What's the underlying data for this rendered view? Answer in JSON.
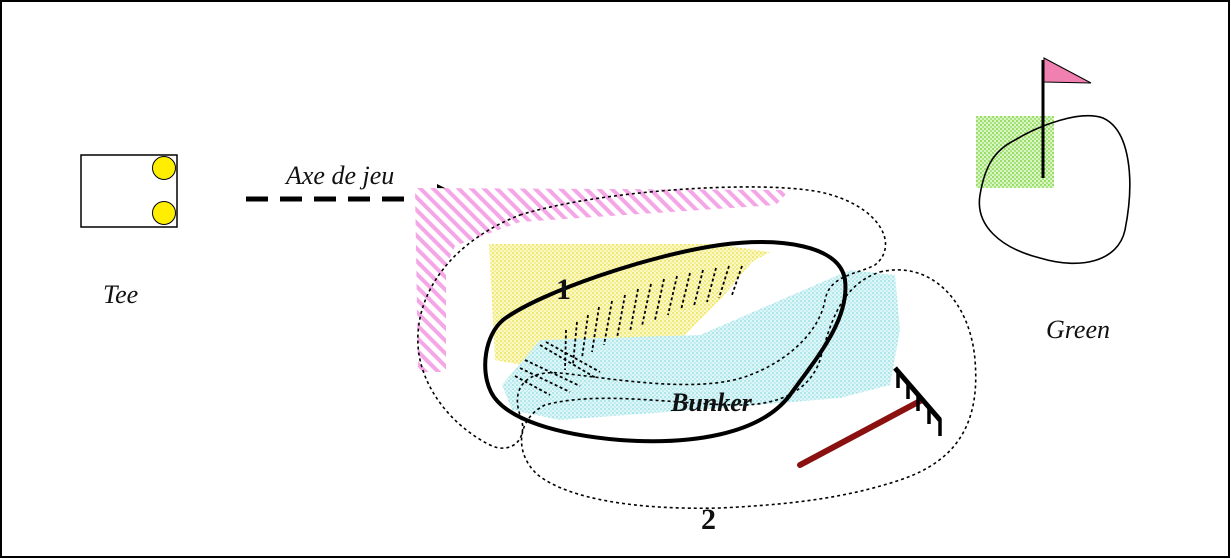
{
  "labels": {
    "play_axis": "Axe de jeu",
    "tee": "Tee",
    "green": "Green",
    "bunker": "Bunker",
    "zone_1": "1",
    "zone_2": "2"
  },
  "colors": {
    "outline": "#000000",
    "tee_marker": "#ffee00",
    "flag": "#f080b0",
    "green_fill": "#a8e27a",
    "pink_hatch": "#f4a6e6",
    "yellow_zone": "#f2ee80",
    "cyan_zone": "#b6ecee",
    "rake_handle": "#8b1010"
  },
  "icons": {
    "tee_box": "tee-box-icon",
    "flag": "flag-icon",
    "rake": "rake-icon",
    "arrow": "arrow-head-icon"
  }
}
